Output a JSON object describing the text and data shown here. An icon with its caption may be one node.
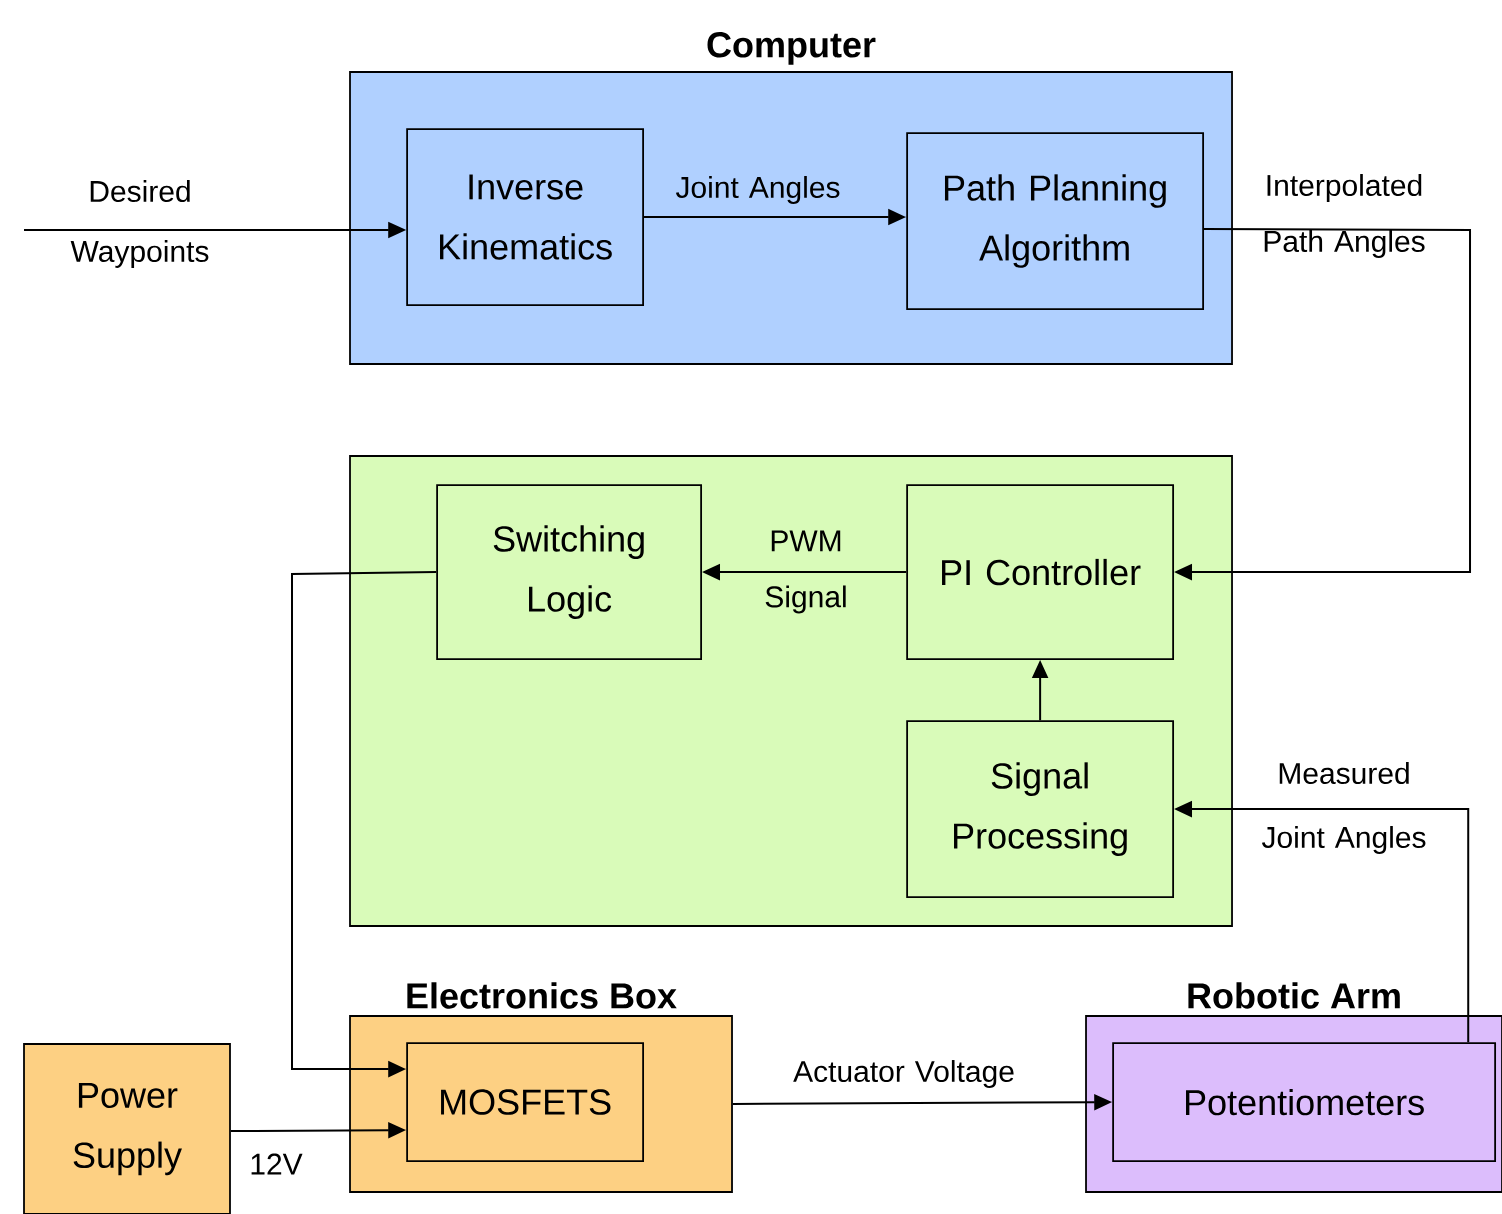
{
  "diagram": {
    "nodes": [
      {
        "text": [
          "Computer"
        ]
      },
      {
        "text": [
          "Inverse Kinematics"
        ],
        "in": 0
      },
      {
        "text": [
          "Path Planning Algorithm"
        ],
        "in": 0
      },
      {
        "text": [],
        "shape": "box"
      },
      {
        "text": [
          "Switching Logic"
        ],
        "in": 3
      },
      {
        "text": [
          "PI Controller"
        ],
        "in": 3
      },
      {
        "text": [
          "Signal Processing"
        ],
        "in": 3
      },
      {
        "text": [
          "Electronics Box"
        ]
      },
      {
        "text": [
          "MOSFETS"
        ],
        "in": 7
      },
      {
        "text": [
          "Power Supply"
        ]
      },
      {
        "text": [
          "Robotic Arm"
        ]
      },
      {
        "text": [
          "Potentiometers"
        ],
        "in": 10
      }
    ],
    "edges": [
      {
        "from": null,
        "to": 1,
        "arrow": "to",
        "label": "Desired Waypoints"
      },
      {
        "from": 1,
        "to": 2,
        "arrow": "to",
        "label": "Joint Angles"
      },
      {
        "from": 2,
        "to": 5,
        "arrow": "to",
        "label": "Interpolated Path Angles"
      },
      {
        "from": 5,
        "to": 4,
        "arrow": "to",
        "label": "PWM Signal"
      },
      {
        "from": 6,
        "to": 5,
        "arrow": "to"
      },
      {
        "from": 11,
        "to": 6,
        "arrow": "to",
        "label": "Measured Joint Angles"
      },
      {
        "from": 4,
        "to": 8,
        "arrow": "to"
      },
      {
        "from": 9,
        "to": 8,
        "arrow": "to",
        "label": "12V"
      },
      {
        "from": 7,
        "to": 11,
        "arrow": "to",
        "label": "Actuator Voltage"
      }
    ]
  }
}
